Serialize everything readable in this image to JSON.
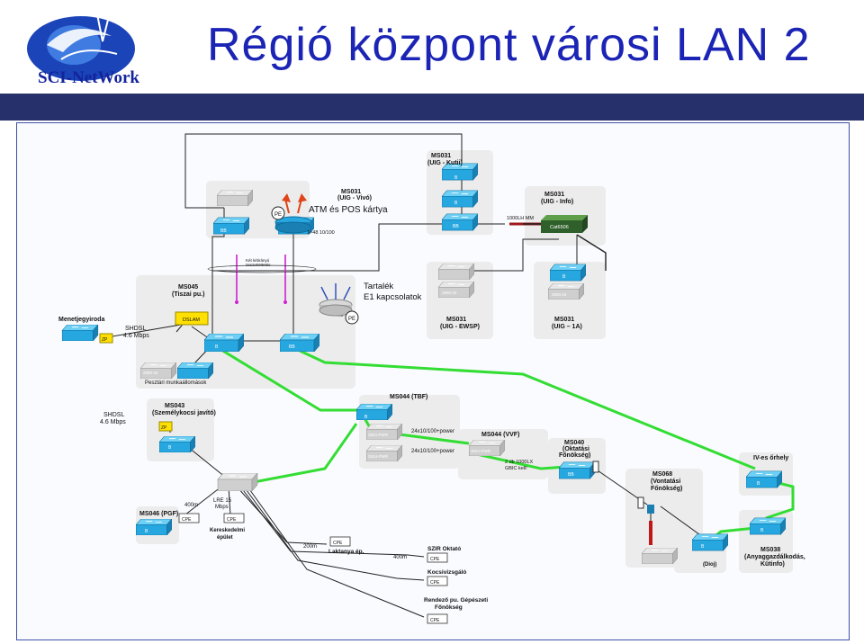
{
  "slide": {
    "title": "Régió központ városi LAN 2"
  },
  "logo": {
    "text": "SCI-NetWork"
  },
  "colors": {
    "title": "#1b24b4",
    "bar": "#26306a",
    "link_green": "#33dd33",
    "switch": "#27a7e0",
    "cat": "#2f5f2a"
  },
  "sites": {
    "ms031_kutii": {
      "name": "MS031",
      "sub": "(UIG - Kutii)"
    },
    "ms031_viva": {
      "name": "MS031",
      "sub": "(UIG - Vivó)"
    },
    "ms031_info": {
      "name": "MS031",
      "sub": "(UIG - Info)"
    },
    "ms031_ewsp": {
      "name": "MS031",
      "sub": "(UIG - EWSP)"
    },
    "ms031_1a": {
      "name": "MS031",
      "sub": "(UIG – 1A)"
    },
    "ms045": {
      "name": "MS045",
      "sub": "(Tiszai pu.)"
    },
    "ms043": {
      "name": "MS043",
      "sub": "(Személykocsi javító)"
    },
    "ms044_tbf": {
      "name": "MS044 (TBF)"
    },
    "ms044_vvf": {
      "name": "MS044 (VVF)"
    },
    "ms040": {
      "name": "MS040",
      "sub1": "(Oktatási",
      "sub2": "Főnökség)"
    },
    "ms068": {
      "name": "MS068",
      "sub1": "(Vontatási",
      "sub2": "Főnökség)"
    },
    "ms046": {
      "name": "MS046 (PGF)"
    },
    "ms038": {
      "name": "MS038",
      "sub1": "(Anyaggazdálkodás,",
      "sub2": "Kütinfo)"
    }
  },
  "labels": {
    "atm": "ATM és POS kártya",
    "tartalek1": "Tartalék",
    "tartalek2": "E1 kapcsolatok",
    "pe": "PE",
    "one_x_48": "1×48 10/100",
    "fiber": "1000LH MM",
    "cat": "Cat6506",
    "redundant1": "Két kétirányú",
    "redundant2": "összeköttetés",
    "menetjegy": "Menetjegyiroda",
    "shdsl1": "SHDSL",
    "shdsl_speed1": "4.6 Mbps",
    "shdsl2": "SHDSL",
    "shdsl_speed2": "4.6 Mbps",
    "dslam": "DSLAM",
    "zp": "ZP",
    "pesztari": "Pesztári munkaállomások",
    "power1": "24x10/100+power",
    "power2": "24x10/100+power",
    "gbic1": "2 db 1000LX",
    "gbic2": "GBIC kell!",
    "iv": "IV-es őrhely",
    "dioj": "(Dioj)",
    "m400": "400m",
    "lre1": "LRE 15",
    "lre2": "Mbps",
    "cpe": "CPE",
    "keresk1": "Kereskedelmi",
    "keresk2": "épület",
    "m200": "200m",
    "laktanya": "Laktanya ép.",
    "szir": "SZIR Oktató",
    "m400b": "400m",
    "kocsi": "Kocsivizsgáló",
    "rendezo1": "Rendező pu. Gépészeti",
    "rendezo2": "Főnökség",
    "sw_b": "B",
    "sw_bb": "BB",
    "sw_2950": "2950-24",
    "sw_3524": "3524-PWR"
  }
}
